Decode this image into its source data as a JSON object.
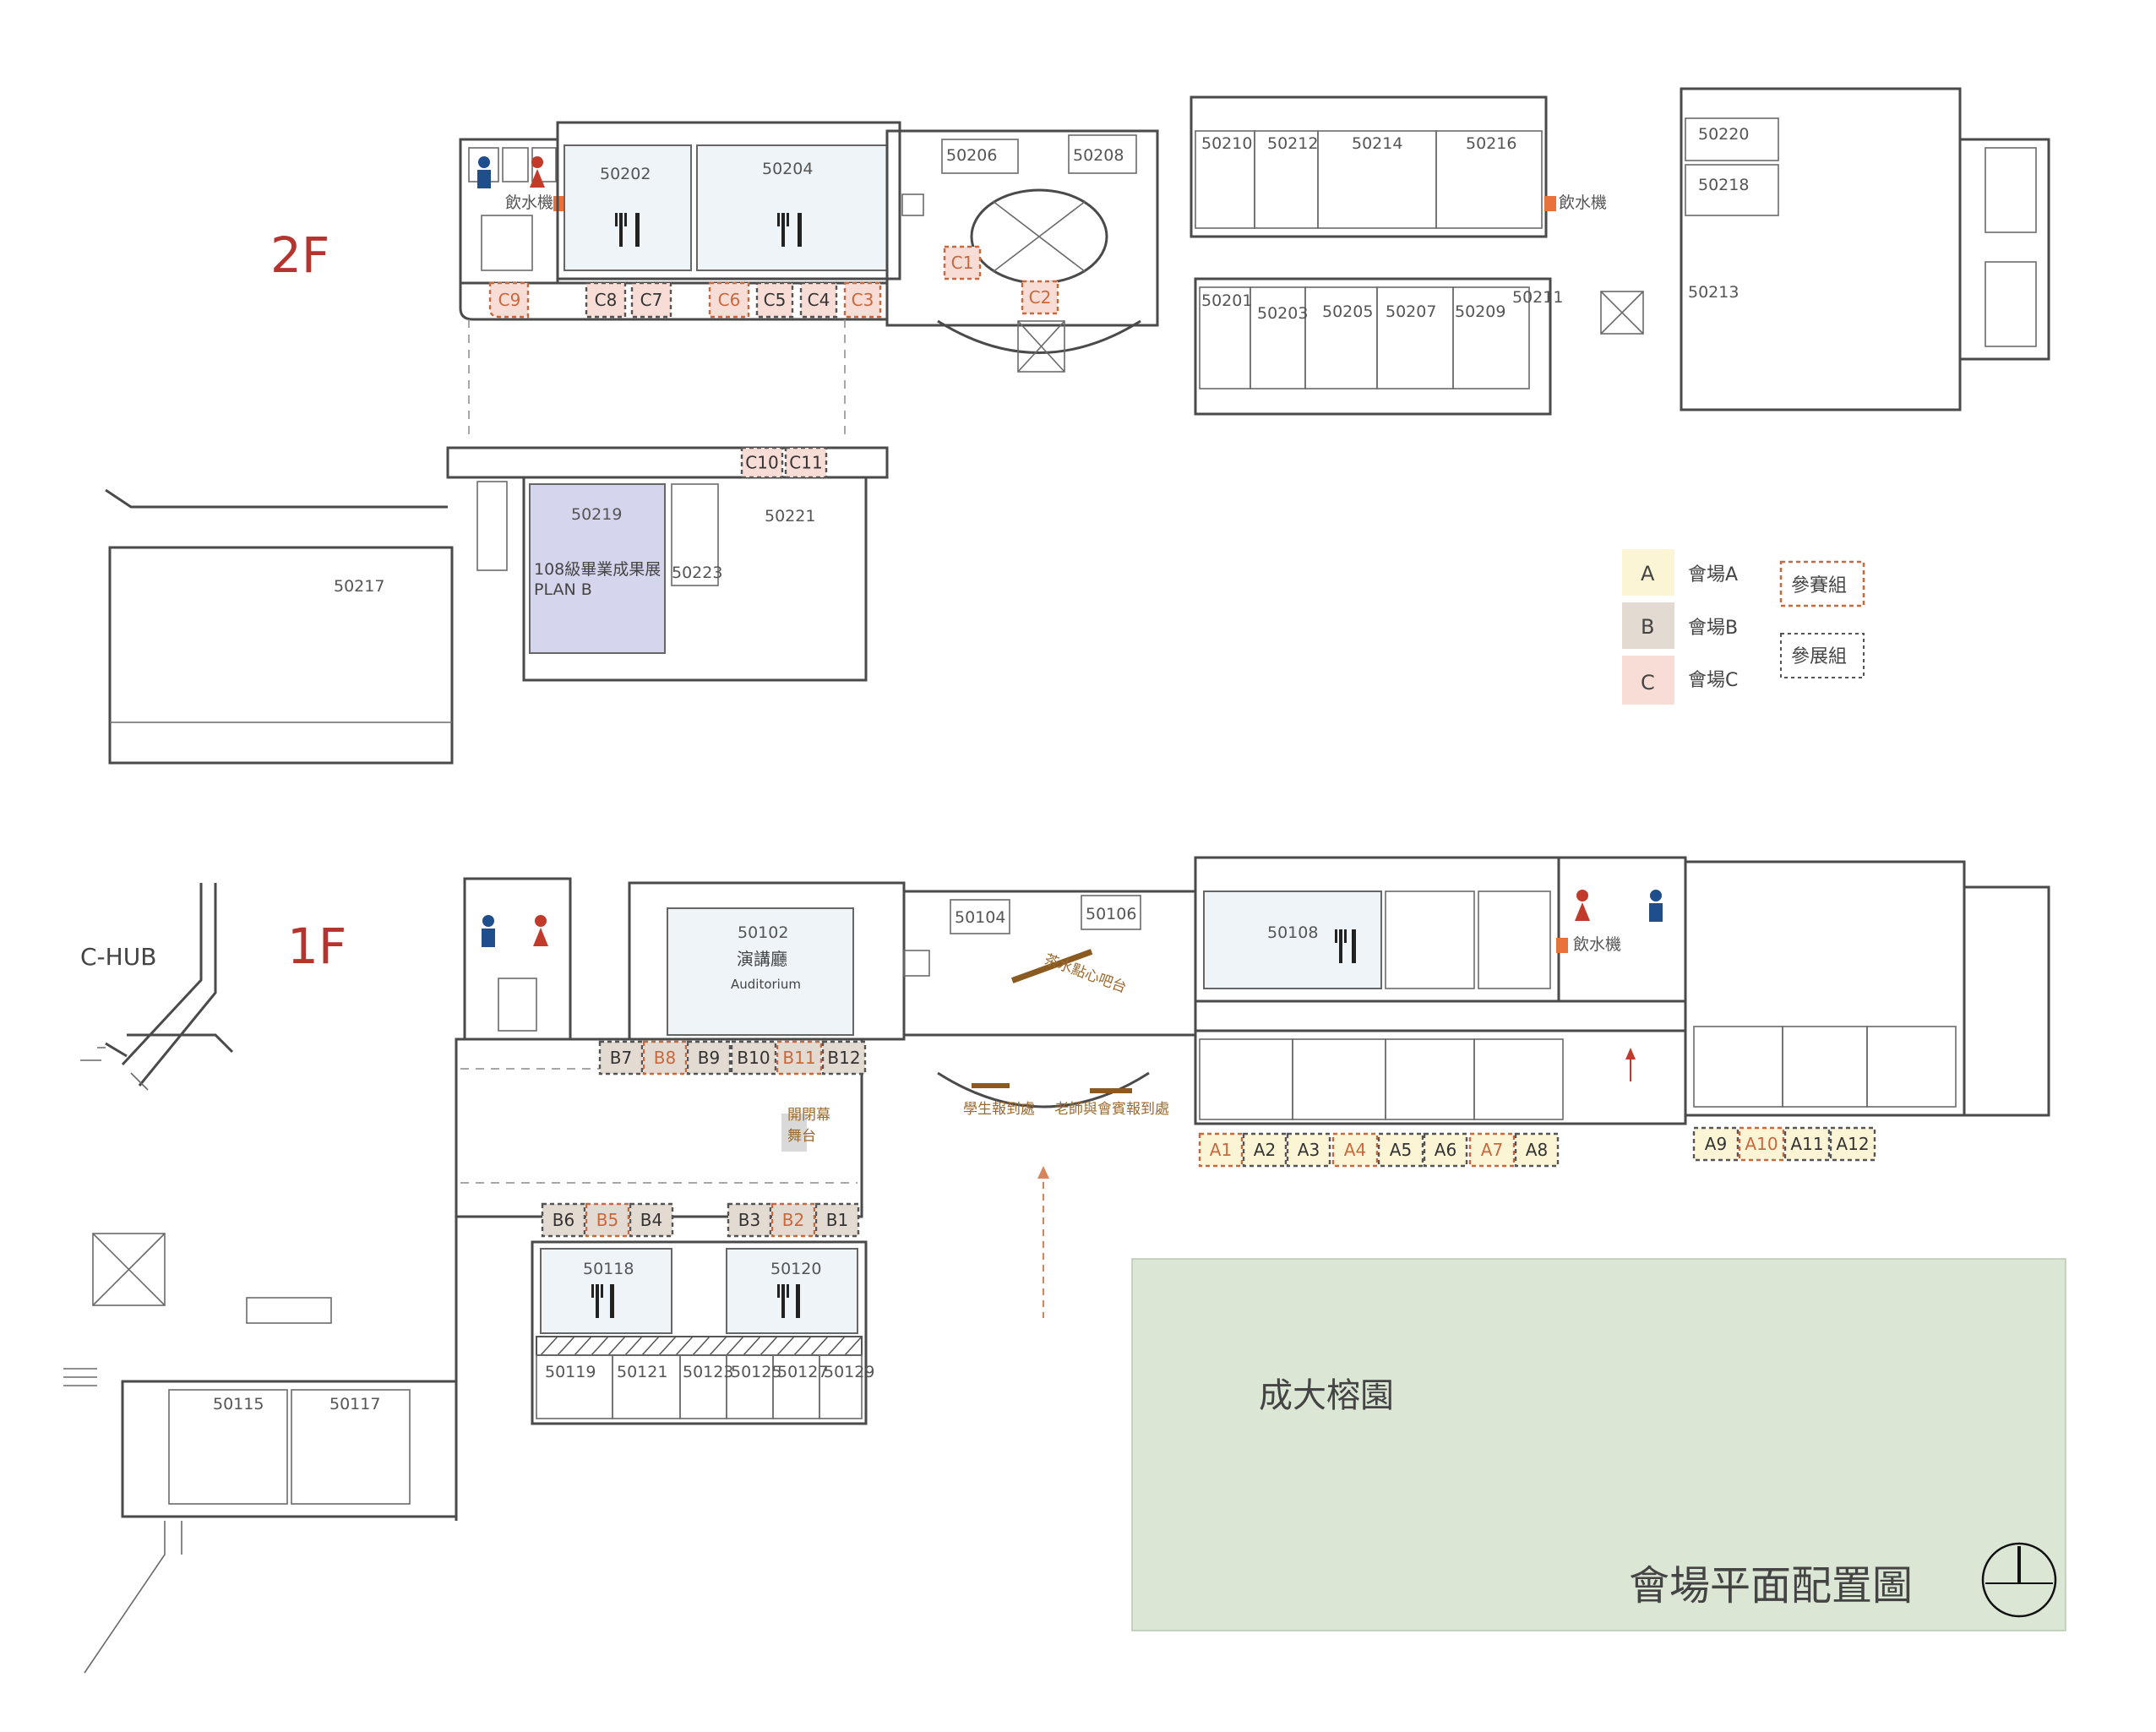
{
  "floors": {
    "f2": "2F",
    "f1": "1F"
  },
  "buildings": {
    "chub": "C-HUB"
  },
  "rooms_2f": {
    "r50202": "50202",
    "r50204": "50204",
    "r50206": "50206",
    "r50208": "50208",
    "r50210": "50210",
    "r50212": "50212",
    "r50214": "50214",
    "r50216": "50216",
    "r50220": "50220",
    "r50218": "50218",
    "r50213": "50213",
    "r50201": "50201",
    "r50203": "50203",
    "r50205": "50205",
    "r50207": "50207",
    "r50209": "50209",
    "r50211": "50211",
    "r50219": "50219",
    "r50221": "50221",
    "r50223": "50223",
    "r50217": "50217"
  },
  "rooms_1f": {
    "r50102": "50102",
    "r50104": "50104",
    "r50106": "50106",
    "r50108": "50108",
    "r50118": "50118",
    "r50120": "50120",
    "r50119": "50119",
    "r50121": "50121",
    "r50123": "50123",
    "r50125": "50125",
    "r50127": "50127",
    "r50129": "50129",
    "r50115": "50115",
    "r50117": "50117"
  },
  "labels": {
    "exhibition_line1": "108級畢業成果展",
    "exhibition_line2": "PLAN B",
    "auditorium_zh": "演講廳",
    "auditorium_en": "Auditorium",
    "water_2f_left": "飲水機",
    "water_2f_right": "飲水機",
    "water_1f": "飲水機",
    "tea_bar": "茶水點心吧台",
    "student_reg": "學生報到處",
    "teacher_reg": "老師與會賓報到處",
    "stage_line1": "開閉幕",
    "stage_line2": "舞台",
    "garden": "成大榕園",
    "map_title": "會場平面配置圖"
  },
  "legend": {
    "a_letter": "A",
    "a_label": "會場A",
    "b_letter": "B",
    "b_label": "會場B",
    "c_letter": "C",
    "c_label": "會場C",
    "competition": "參賽組",
    "exhibition": "參展組"
  },
  "colors": {
    "venue_a": "#fbf5d6",
    "venue_b": "#e3dad1",
    "venue_c": "#f8dcd6",
    "competition": "#c9683c",
    "exhibition": "#555555",
    "dining_room": "#eef4f8",
    "exhibition_room": "#d6d5ee",
    "garden": "#dbe6d4",
    "floor_label": "#b5342e",
    "male": "#1f4e8c",
    "female": "#c23a2a",
    "water": "#e8713c"
  },
  "stalls": {
    "C1": {
      "label": "C1",
      "group": "competition"
    },
    "C2": {
      "label": "C2",
      "group": "competition"
    },
    "C3": {
      "label": "C3",
      "group": "competition"
    },
    "C4": {
      "label": "C4",
      "group": "exhibition"
    },
    "C5": {
      "label": "C5",
      "group": "exhibition"
    },
    "C6": {
      "label": "C6",
      "group": "competition"
    },
    "C7": {
      "label": "C7",
      "group": "exhibition"
    },
    "C8": {
      "label": "C8",
      "group": "exhibition"
    },
    "C9": {
      "label": "C9",
      "group": "competition"
    },
    "C10": {
      "label": "C10",
      "group": "exhibition"
    },
    "C11": {
      "label": "C11",
      "group": "exhibition"
    },
    "B1": {
      "label": "B1",
      "group": "exhibition"
    },
    "B2": {
      "label": "B2",
      "group": "competition"
    },
    "B3": {
      "label": "B3",
      "group": "exhibition"
    },
    "B4": {
      "label": "B4",
      "group": "exhibition"
    },
    "B5": {
      "label": "B5",
      "group": "competition"
    },
    "B6": {
      "label": "B6",
      "group": "exhibition"
    },
    "B7": {
      "label": "B7",
      "group": "exhibition"
    },
    "B8": {
      "label": "B8",
      "group": "competition"
    },
    "B9": {
      "label": "B9",
      "group": "exhibition"
    },
    "B10": {
      "label": "B10",
      "group": "exhibition"
    },
    "B11": {
      "label": "B11",
      "group": "competition"
    },
    "B12": {
      "label": "B12",
      "group": "exhibition"
    },
    "A1": {
      "label": "A1",
      "group": "competition"
    },
    "A2": {
      "label": "A2",
      "group": "exhibition"
    },
    "A3": {
      "label": "A3",
      "group": "exhibition"
    },
    "A4": {
      "label": "A4",
      "group": "competition"
    },
    "A5": {
      "label": "A5",
      "group": "exhibition"
    },
    "A6": {
      "label": "A6",
      "group": "exhibition"
    },
    "A7": {
      "label": "A7",
      "group": "competition"
    },
    "A8": {
      "label": "A8",
      "group": "exhibition"
    },
    "A9": {
      "label": "A9",
      "group": "exhibition"
    },
    "A10": {
      "label": "A10",
      "group": "competition"
    },
    "A11": {
      "label": "A11",
      "group": "exhibition"
    },
    "A12": {
      "label": "A12",
      "group": "exhibition"
    }
  }
}
